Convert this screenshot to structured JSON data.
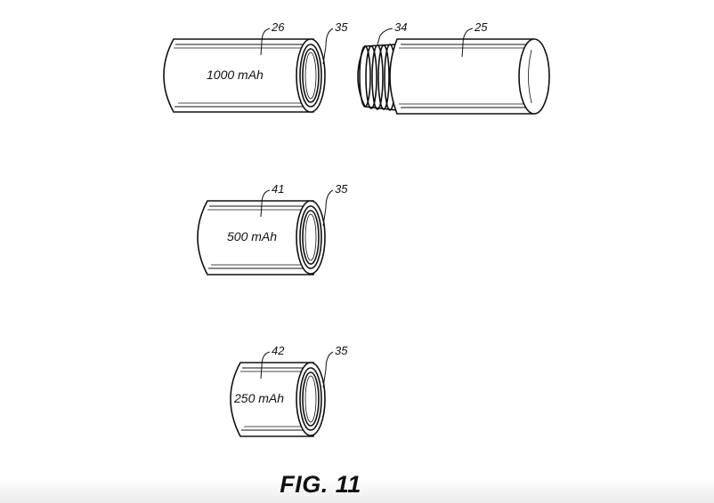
{
  "figure": {
    "caption": "FIG. 11",
    "batteries": [
      {
        "ref": "26",
        "capacity": "1000 mAh",
        "cap_ref": "35"
      },
      {
        "ref": "41",
        "capacity": "500 mAh",
        "cap_ref": "35"
      },
      {
        "ref": "42",
        "capacity": "250 mAh",
        "cap_ref": "35"
      }
    ],
    "body_unit": {
      "ref": "25",
      "thread_ref": "34"
    }
  }
}
